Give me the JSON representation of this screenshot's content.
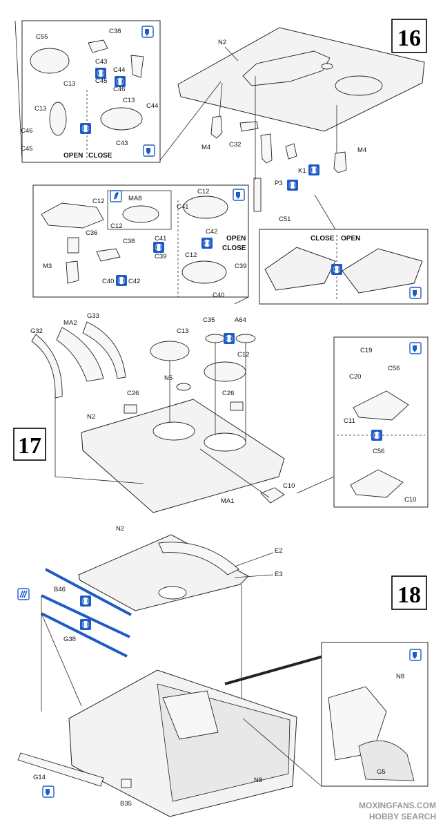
{
  "steps": {
    "s16": "16",
    "s17": "17",
    "s18": "18"
  },
  "states": {
    "open": "OPEN",
    "close": "CLOSE"
  },
  "parts": {
    "C55": "C55",
    "C38": "C38",
    "C13": "C13",
    "C43": "C43",
    "C44": "C44",
    "C45": "C45",
    "C46": "C46",
    "N2": "N2",
    "M4": "M4",
    "C32": "C32",
    "K1": "K1",
    "P3": "P3",
    "C51": "C51",
    "MA8": "MA8",
    "C12": "C12",
    "C41": "C41",
    "C36": "C36",
    "C42": "C42",
    "C39": "C39",
    "M3": "M3",
    "C40": "C40",
    "G32": "G32",
    "MA2": "MA2",
    "G33": "G33",
    "C35": "C35",
    "A64": "A64",
    "N5": "N5",
    "C26": "C26",
    "MA1": "MA1",
    "C10": "C10",
    "C19": "C19",
    "C20": "C20",
    "C56": "C56",
    "C11": "C11",
    "E2": "E2",
    "E3": "E3",
    "B46": "B46",
    "G38": "G38",
    "N8": "N8",
    "G14": "G14",
    "B35": "B35",
    "G5": "G5"
  },
  "icons": {
    "cement": "glue-bottle-icon",
    "choice": "choose-one-icon",
    "paint": "paint-icon"
  },
  "colors": {
    "accent": "#1e5bc6",
    "ink": "#111111"
  },
  "watermark": {
    "line1": "MOXINGFANS.COM",
    "line2": "HOBBY SEARCH"
  }
}
